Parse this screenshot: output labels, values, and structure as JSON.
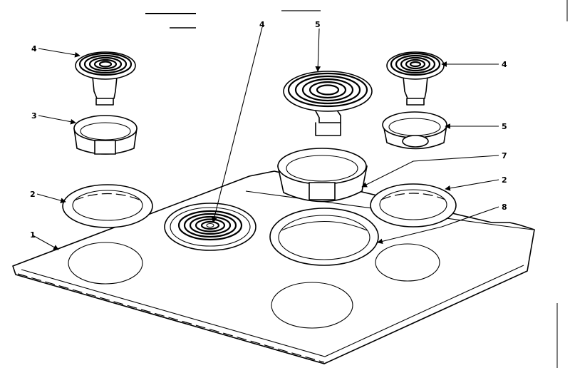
{
  "callouts": {
    "c1": "1",
    "c2_left": "2",
    "c2_right": "2",
    "c3": "3",
    "c4_left": "4",
    "c4_center": "4",
    "c4_right": "4",
    "c5_top": "5",
    "c5_right": "5",
    "c7": "7",
    "c8": "8"
  },
  "colors": {
    "ink": "#000000",
    "paper": "#ffffff"
  }
}
